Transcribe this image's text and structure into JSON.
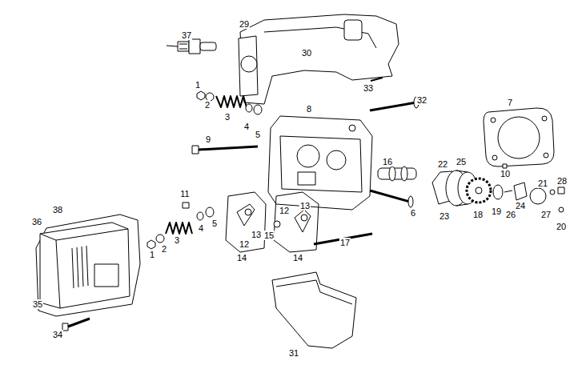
{
  "diagram": {
    "labels": [
      "37",
      "29",
      "30",
      "33",
      "1",
      "2",
      "3",
      "4",
      "5",
      "8",
      "32",
      "7",
      "9",
      "10",
      "16",
      "22",
      "25",
      "28",
      "11",
      "12",
      "13",
      "21",
      "24",
      "6",
      "23",
      "18",
      "19",
      "26",
      "27",
      "20",
      "38",
      "36",
      "4",
      "5",
      "3",
      "13",
      "15",
      "17",
      "12",
      "1",
      "2",
      "14",
      "14",
      "35",
      "34",
      "31"
    ]
  }
}
